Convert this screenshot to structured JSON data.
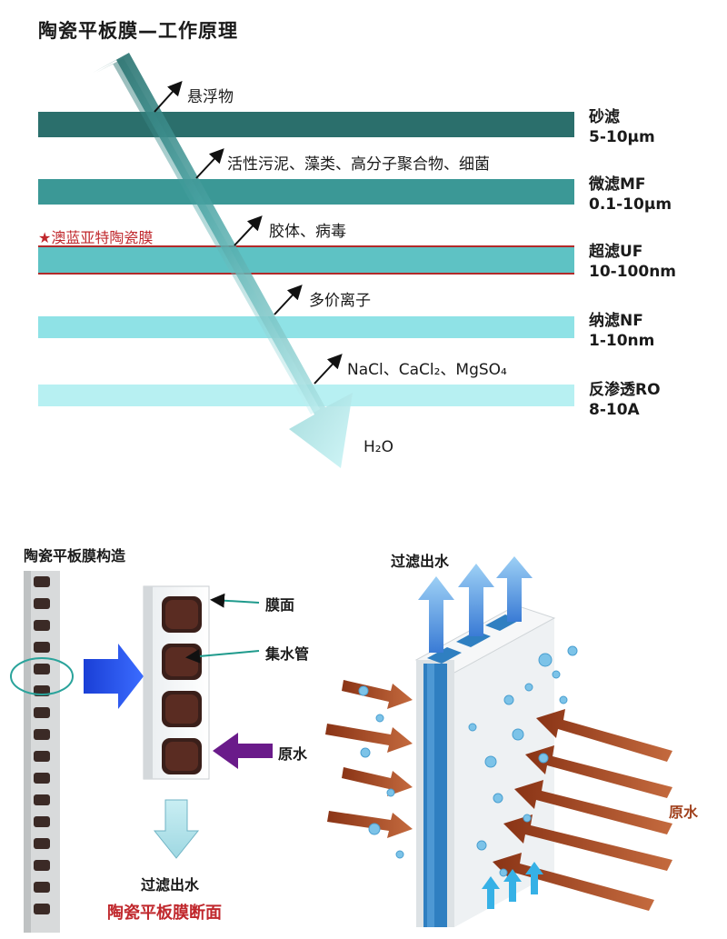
{
  "diagram": {
    "title": "陶瓷平板膜—工作原理",
    "layers": [
      {
        "name": "砂滤",
        "size": "5-10μm",
        "retained": "悬浮物",
        "color": "#2b6f6c"
      },
      {
        "name": "微滤MF",
        "size": "0.1-10μm",
        "retained": "活性污泥、藻类、高分子聚合物、细菌",
        "color": "#3b9896"
      },
      {
        "name": "超滤UF",
        "size": "10-100nm",
        "retained": "胶体、病毒",
        "color": "#5ec2c4"
      },
      {
        "name": "纳滤NF",
        "size": "1-10nm",
        "retained": "多价离子",
        "color": "#8fe2e6"
      },
      {
        "name": "反渗透RO",
        "size": "8-10A",
        "retained": "NaCl、CaCl₂、MgSO₄",
        "color": "#b7f0f2"
      }
    ],
    "brand_marker": "★澳蓝亚特陶瓷膜",
    "output": "H₂O"
  },
  "structure": {
    "title": "陶瓷平板膜构造",
    "membrane_surface": "膜面",
    "collector_tube": "集水管",
    "raw_water": "原水",
    "filtered_out": "过滤出水",
    "section_caption": "陶瓷平板膜断面"
  },
  "three_d": {
    "filtered_out": "过滤出水",
    "raw_water": "原水"
  }
}
